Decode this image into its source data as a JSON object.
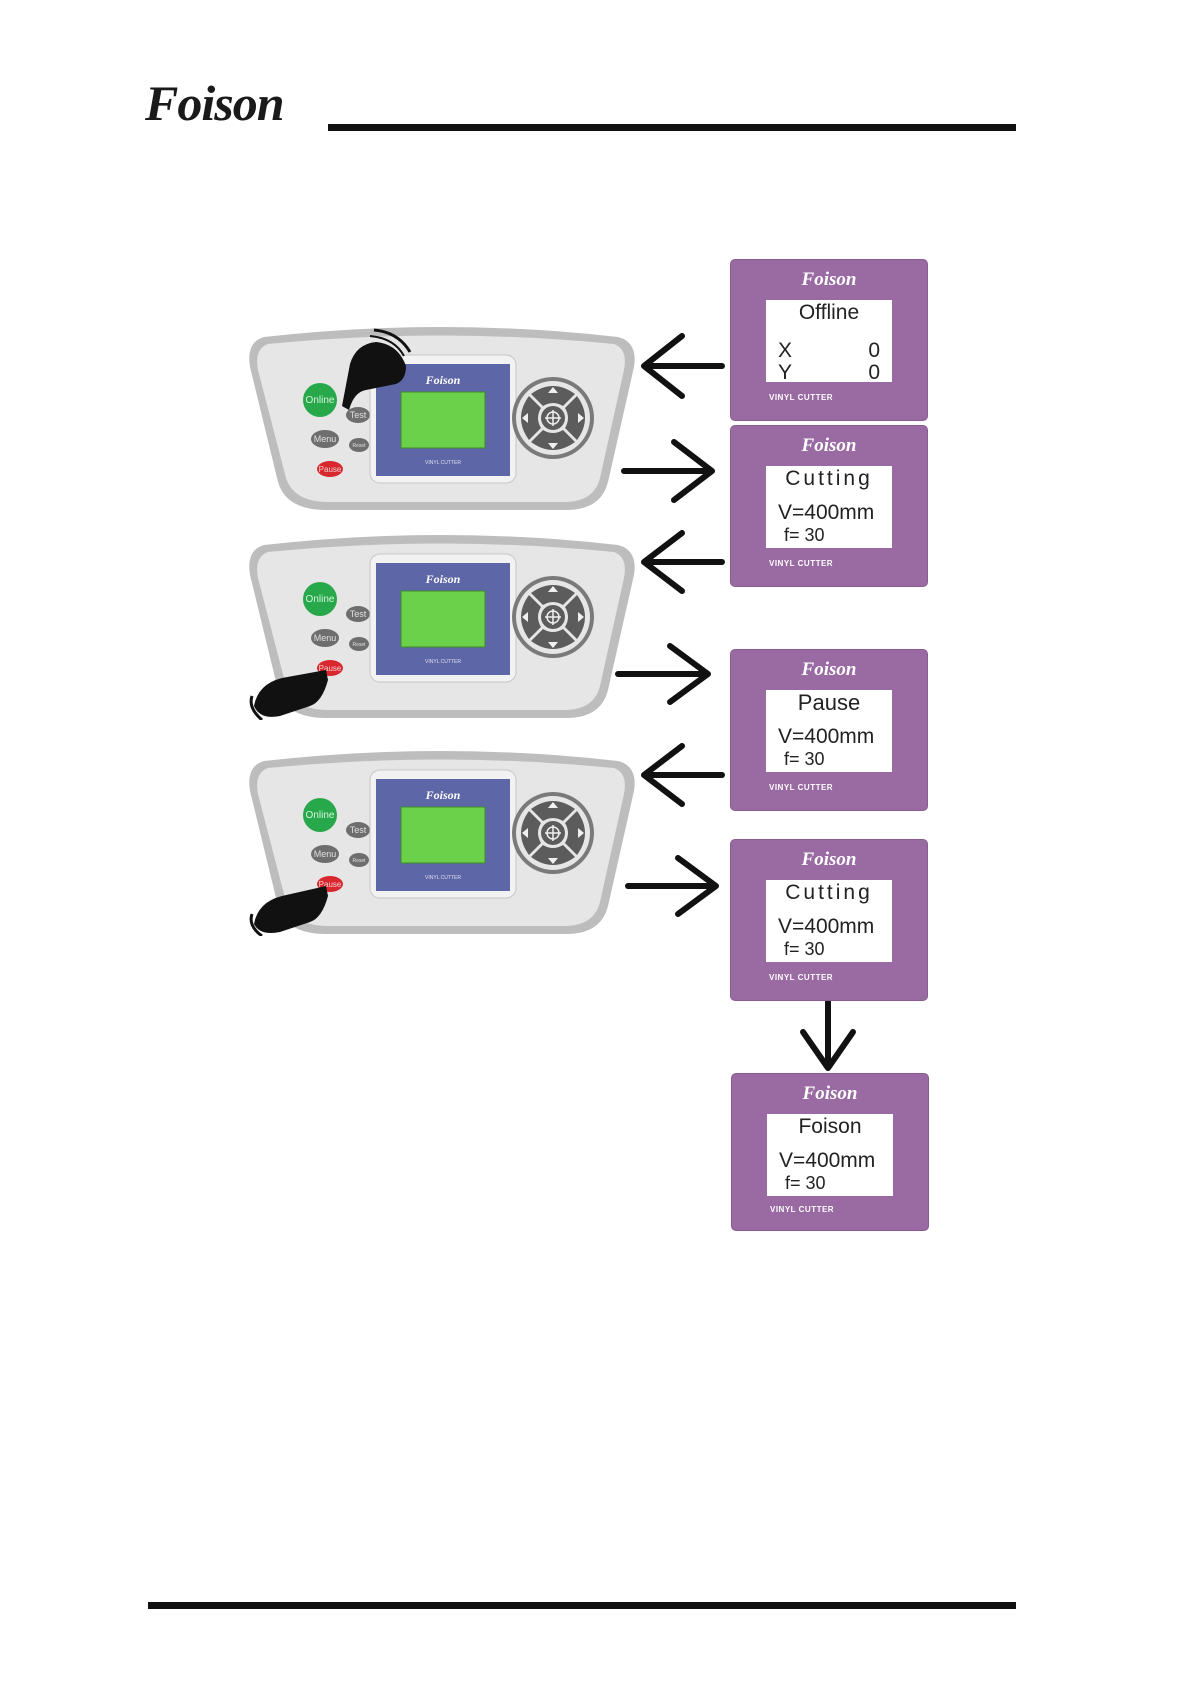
{
  "header": {
    "logo": "Foison"
  },
  "panel": {
    "brand": "Foison",
    "buttons": {
      "online": "Online",
      "test": "Test",
      "menu": "Menu",
      "pause": "Pause",
      "reset": "Reset"
    },
    "lcd_caption": "VINYL CUTTER"
  },
  "cards": [
    {
      "brand": "Foison",
      "line1": "Offline",
      "x_label": "X",
      "x_value": "0",
      "y_label": "Y",
      "y_value": "0",
      "footer": "VINYL CUTTER"
    },
    {
      "brand": "Foison",
      "line1": "Cutting",
      "speed": "V=400mm",
      "force": "f= 30",
      "footer": "VINYL CUTTER"
    },
    {
      "brand": "Foison",
      "line1": "Pause",
      "speed": "V=400mm",
      "force": "f= 30",
      "footer": "VINYL CUTTER"
    },
    {
      "brand": "Foison",
      "line1": "Cutting",
      "speed": "V=400mm",
      "force": "f= 30",
      "footer": "VINYL CUTTER"
    },
    {
      "brand": "Foison",
      "line1": "Foison",
      "speed": "V=400mm",
      "force": "f= 30",
      "footer": "VINYL CUTTER"
    }
  ],
  "colors": {
    "card": "#9a6aa3",
    "lcd": "#6bd04a",
    "online": "#27a84a",
    "pause": "#d8282e",
    "panel": "#e4e4e4"
  }
}
